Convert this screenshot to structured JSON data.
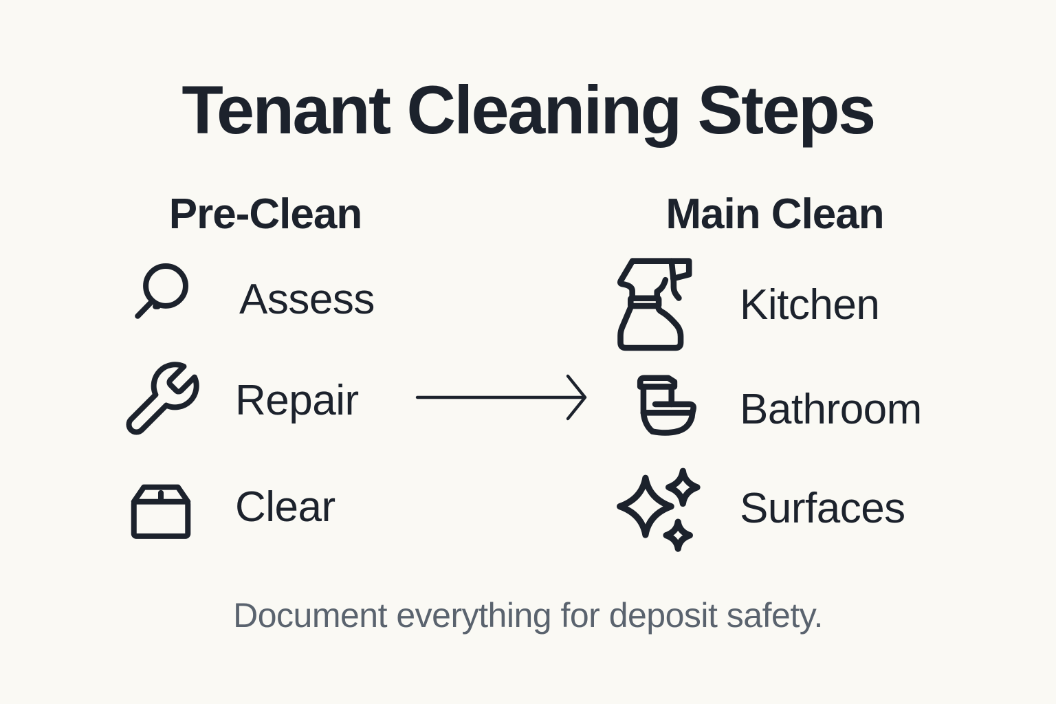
{
  "page": {
    "background_color": "#faf9f4",
    "ink_color": "#1c222c",
    "muted_text_color": "#5a636e"
  },
  "title": "Tenant Cleaning Steps",
  "columns": [
    {
      "header": "Pre-Clean",
      "items": [
        {
          "icon": "magnifier-icon",
          "label": "Assess"
        },
        {
          "icon": "wrench-icon",
          "label": "Repair"
        },
        {
          "icon": "box-icon",
          "label": "Clear"
        }
      ]
    },
    {
      "header": "Main Clean",
      "items": [
        {
          "icon": "spray-bottle-icon",
          "label": "Kitchen"
        },
        {
          "icon": "toilet-icon",
          "label": "Bathroom"
        },
        {
          "icon": "sparkles-icon",
          "label": "Surfaces"
        }
      ]
    }
  ],
  "arrow": {
    "direction": "right"
  },
  "footer": "Document everything for deposit safety."
}
